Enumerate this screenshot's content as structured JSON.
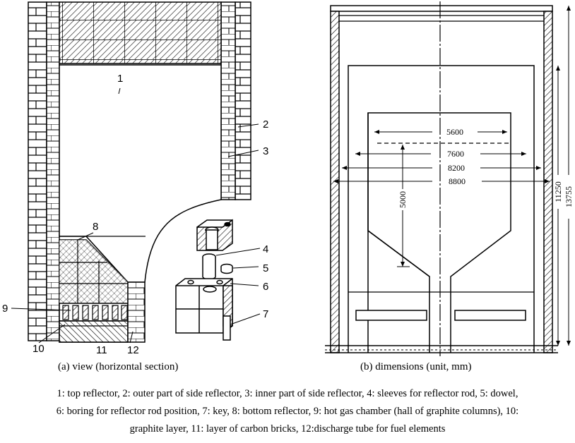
{
  "left_figure": {
    "caption": "(a) view (horizontal section)",
    "callouts": [
      "1",
      "2",
      "3",
      "4",
      "5",
      "6",
      "7",
      "8",
      "9",
      "10",
      "11",
      "12"
    ]
  },
  "right_figure": {
    "caption": "(b) dimensions (unit, mm)",
    "dimensions": [
      "5600",
      "7600",
      "8200",
      "8800",
      "5000",
      "11250",
      "13755"
    ]
  },
  "legend": {
    "line1": "1: top reflector, 2: outer part of side reflector, 3: inner part of side reflector, 4: sleeves for reflector rod, 5: dowel,",
    "line2": "6: boring for reflector rod position, 7: key, 8: bottom reflector, 9: hot gas chamber (hall of graphite columns), 10:",
    "line3": "graphite layer, 11: layer of carbon bricks, 12:discharge tube for fuel elements"
  }
}
